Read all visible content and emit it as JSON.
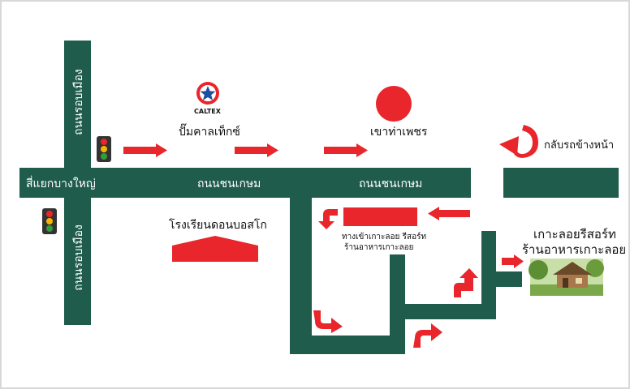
{
  "roads": {
    "main_road_left_label": "ถนนชนเกษม",
    "main_road_right_label": "ถนนชนเกษม",
    "junction_label": "สี่แยกบางใหญ่",
    "ring_road_upper_label": "ถนนรอบเมือง",
    "ring_road_lower_label": "ถนนรอบเมือง"
  },
  "landmarks": {
    "caltex_logo_text": "CALTEX",
    "caltex_label": "ปั๊มคาลเท็กซ์",
    "hill_label": "เขาท่าเพชร",
    "uturn_label": "กลับรถข้างหน้า",
    "school_label": "โรงเรียนดอนบอสโก",
    "entrance_line1": "ทางเข้าเกาะลอย รีสอร์ท",
    "entrance_line2": "ร้านอาหารเกาะลอย",
    "resort_line1": "เกาะลอยรีสอร์ท",
    "resort_line2": "ร้านอาหารเกาะลอย"
  },
  "colors": {
    "road": "#1f5c4c",
    "marker": "#e8262b",
    "background": "#ffffff"
  }
}
